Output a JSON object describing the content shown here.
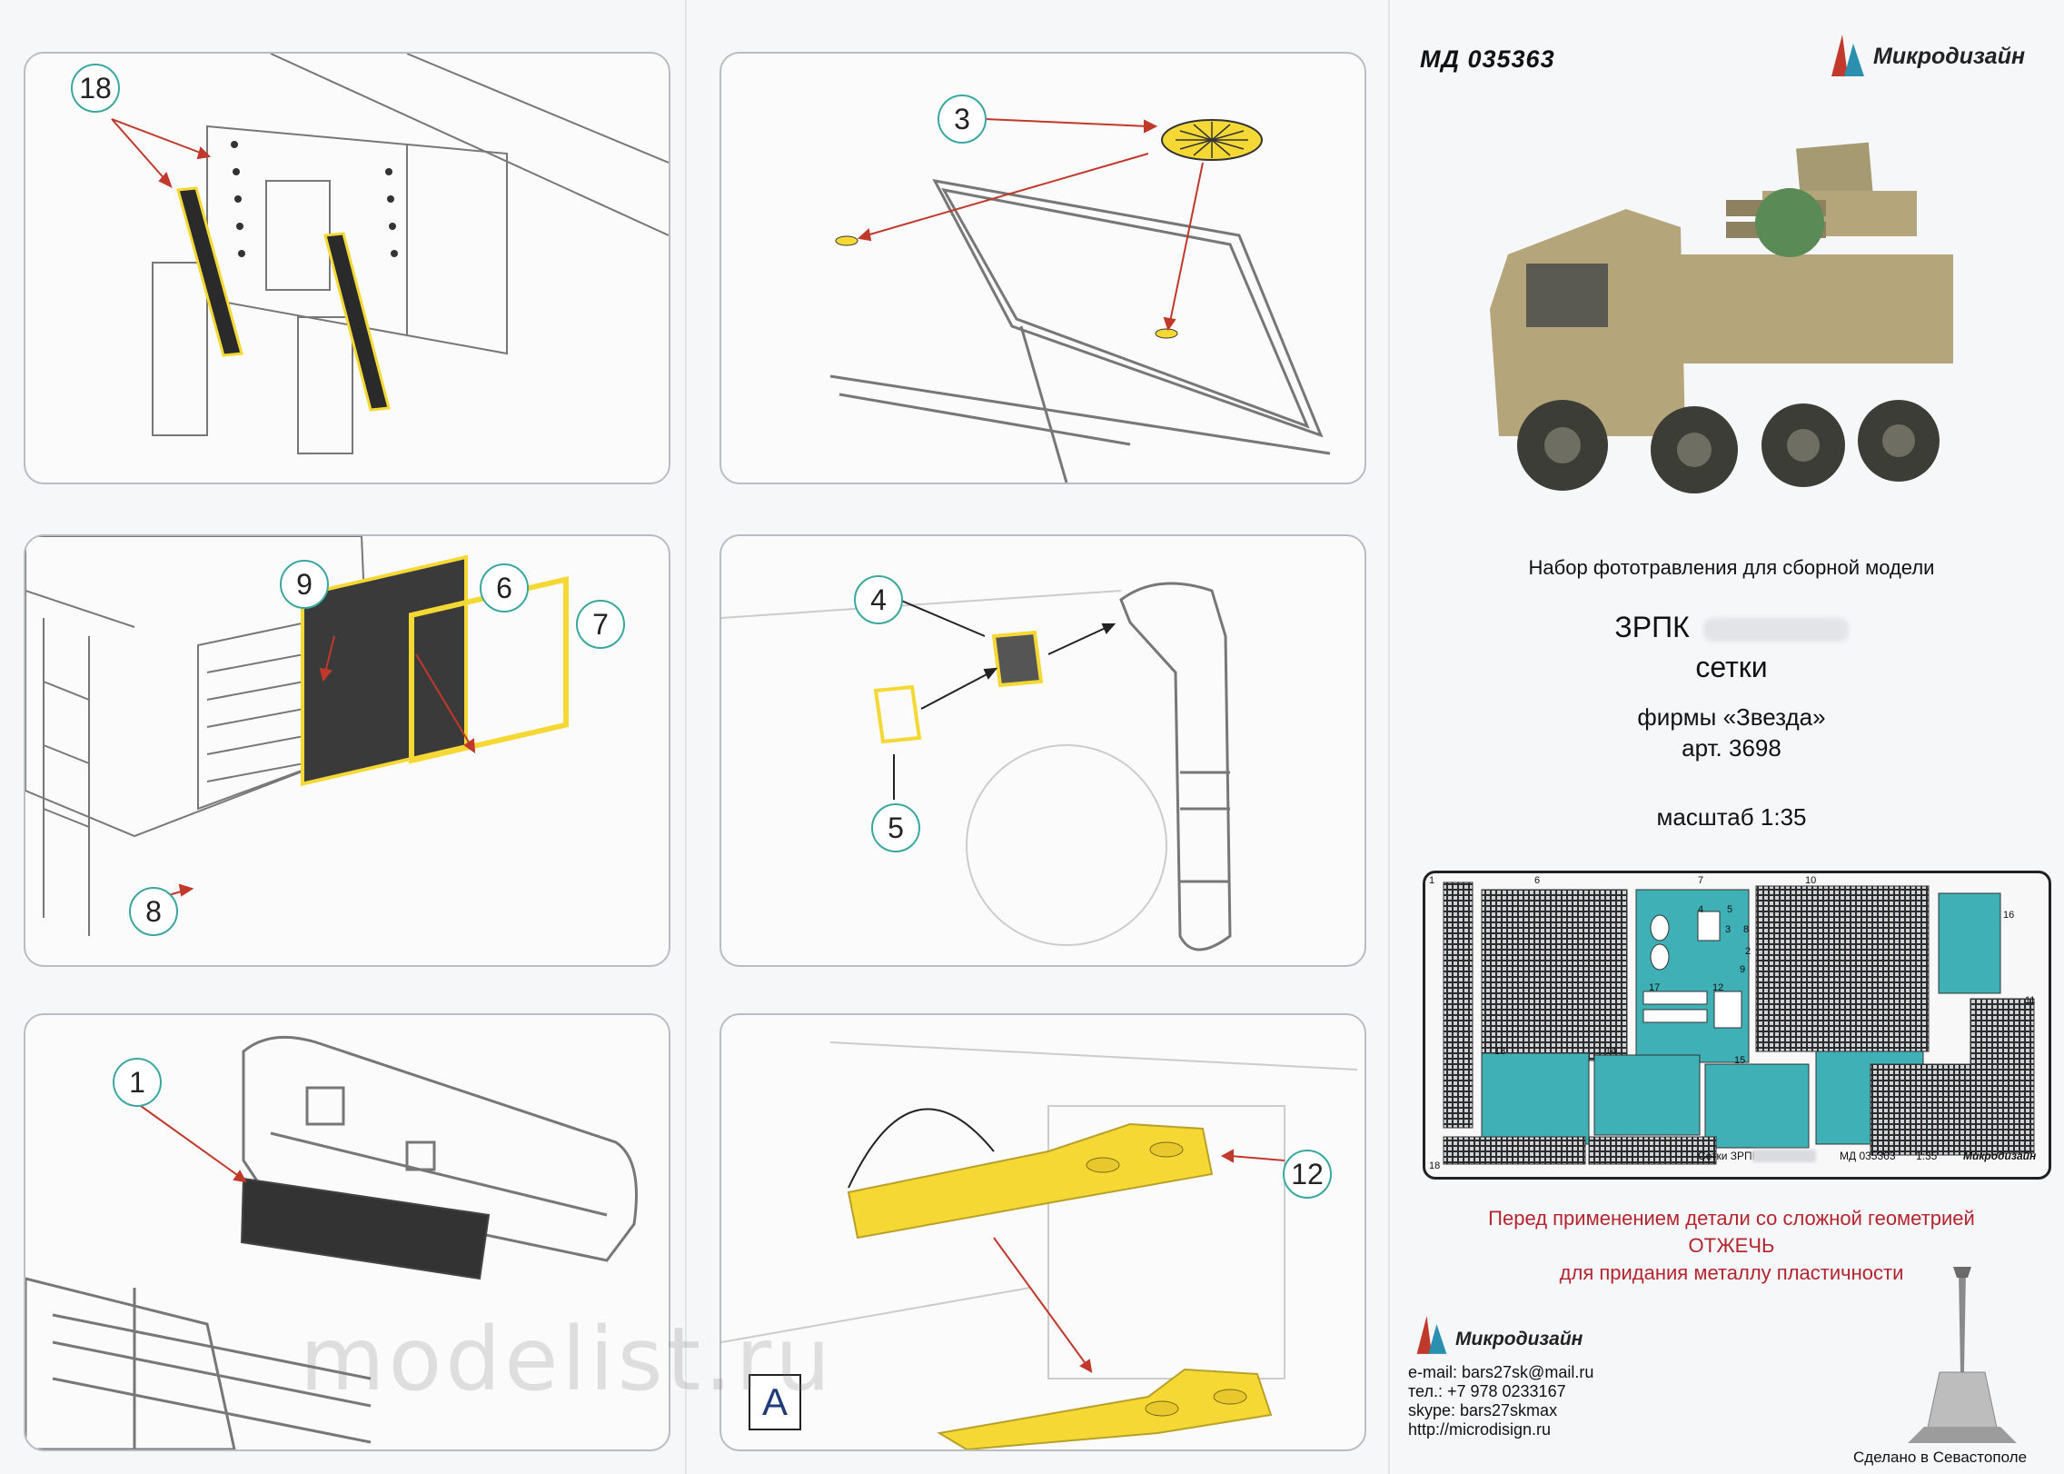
{
  "product_code": "МД 035363",
  "brand_name": "Микродизайн",
  "callouts": {
    "c18": "18",
    "c3": "3",
    "c9": "9",
    "c6": "6",
    "c7": "7",
    "c8": "8",
    "c4": "4",
    "c5": "5",
    "c1": "1",
    "c12": "12"
  },
  "sheet_label": "A",
  "description": {
    "line1": "Набор фототравления для сборной модели",
    "title_prefix": "ЗРПК",
    "line3": "сетки",
    "line4": "фирмы «Звезда»",
    "line5": "арт. 3698",
    "scale": "масштаб 1:35"
  },
  "fret": {
    "numbers": [
      "1",
      "6",
      "7",
      "10",
      "4",
      "5",
      "3",
      "8",
      "2",
      "9",
      "17",
      "12",
      "16",
      "11",
      "13",
      "14",
      "15",
      "18"
    ],
    "footer_name": "Сетки ЗРПК",
    "footer_code": "МД 035363",
    "footer_scale": "1:35",
    "footer_brand": "Микродизайн"
  },
  "warning": {
    "line1": "Перед применением детали со сложной геометрией",
    "line2": "ОТЖЕЧЬ",
    "line3": "для придания металлу пластичности"
  },
  "contacts": {
    "email": "e-mail: bars27sk@mail.ru",
    "phone": "тел.: +7 978 0233167",
    "skype": "skype: bars27skmax",
    "url": "http://microdisign.ru"
  },
  "made_in": "Сделано в Севастополе",
  "watermark": "modelist.ru",
  "colors": {
    "etch_yellow": "#f5d834",
    "fret_teal": "#3fb0b6",
    "callout_ring": "#3aa6a0",
    "warning_red": "#b3242e",
    "arrow_red": "#c0392b"
  }
}
